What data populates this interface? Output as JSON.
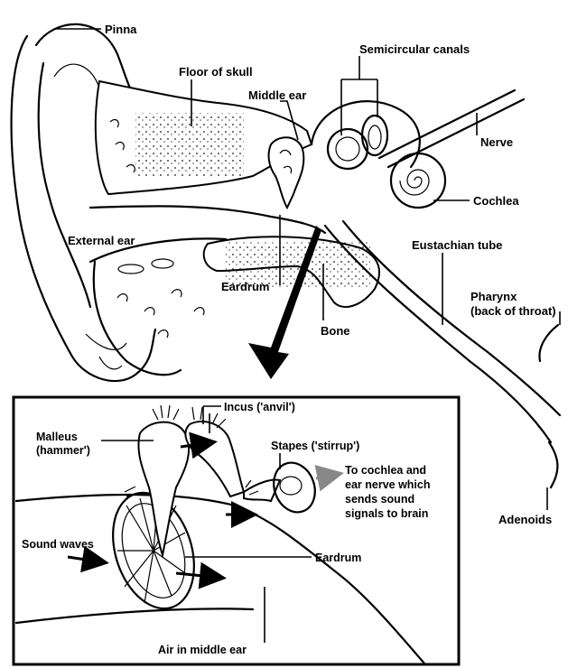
{
  "labels": {
    "pinna": "Pinna",
    "floor_of_skull": "Floor of skull",
    "semicircular_canals": "Semicircular canals",
    "middle_ear": "Middle ear",
    "nerve": "Nerve",
    "cochlea": "Cochlea",
    "external_ear": "External ear",
    "eustachian_tube": "Eustachian tube",
    "eardrum_top": "Eardrum",
    "bone": "Bone",
    "pharynx_1": "Pharynx",
    "pharynx_2": "(back of throat)",
    "adenoids": "Adenoids"
  },
  "inset": {
    "incus": "Incus ('anvil')",
    "malleus_1": "Malleus",
    "malleus_2": "(hammer')",
    "stapes": "Stapes ('stirrup')",
    "cochlea_note_1": "To cochlea and",
    "cochlea_note_2": "ear nerve which",
    "cochlea_note_3": "sends sound",
    "cochlea_note_4": "signals to brain",
    "sound_waves": "Sound waves",
    "eardrum": "Eardrum",
    "air": "Air in middle ear"
  }
}
